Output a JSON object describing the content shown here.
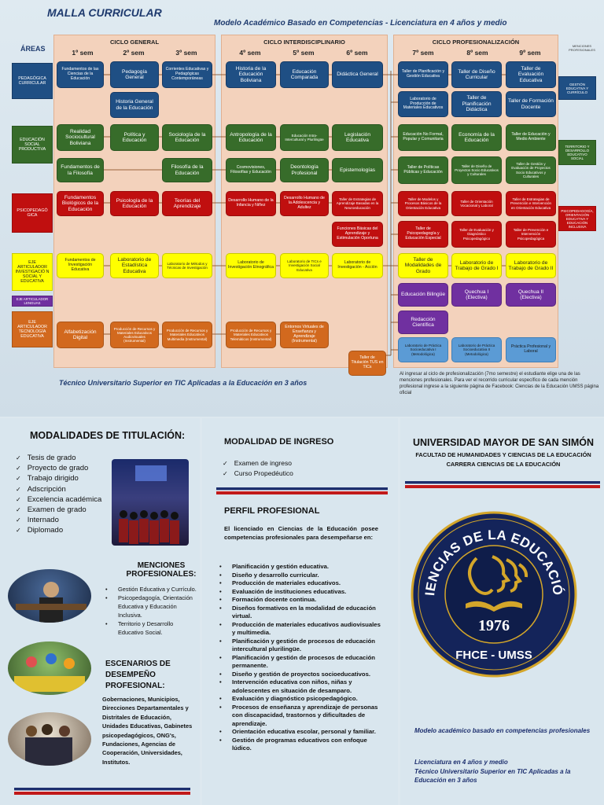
{
  "header": {
    "title": "MALLA CURRICULAR",
    "subtitle": "Modelo Académico Basado en Competencias - Licenciatura en 4 años y medio",
    "areas_label": "ÁREAS"
  },
  "cycles": {
    "general": "CICLO GENERAL",
    "inter": "CICLO INTERDISCIPLINARIO",
    "prof": "CICLO PROFESIONALIZACIÓN"
  },
  "semesters": [
    "1º sem",
    "2º sem",
    "3º sem",
    "4º sem",
    "5º sem",
    "6º sem",
    "7º sem",
    "8º sem",
    "9º sem"
  ],
  "areas": {
    "pedagogica": "PEDAGÓGICA CURRICULAR",
    "social": "EDUCACIÓN SOCIAL PRODUCTIVA",
    "psico": "PSICOPEDAGÓ GICA",
    "investig": "EJE ARTICULADOR INVESTIGACIÓ N SOCIAL Y EDUCATIVA",
    "lengua": "EJE ARTICULADOR LENGUAS",
    "tecno": "EJE ARTICULADOR TECNOLOGÍA EDUCATIVA"
  },
  "menciones_top": "MENCIONES PROFESIONALES",
  "courses": {
    "c1": "Fundamentos de las Ciencias de la Educación",
    "c2": "Pedagogía General",
    "c3": "Corrientes Educativas y Pedagógicas Contemporáneas",
    "c4": "Historia de la Educación Boliviana",
    "c5": "Educación Comparada",
    "c6": "Didáctica General",
    "c7": "Historia General de la Educación",
    "c8": "Realidad Sociocultural Boliviana",
    "c9": "Política y Educación",
    "c10": "Sociología de la Educación",
    "c11": "Antropología de la Educación",
    "c12": "Educación Intra-Intercultural y Plurilingüe",
    "c13": "Legislación Educativa",
    "c14": "Fundamentos de la Filosofía",
    "c15": "Filosofía de la Educación",
    "c16": "Cosmovisiones, Filosofías y Educación",
    "c17": "Deontología Profesional",
    "c18": "Epistemologías",
    "c19": "Fundamentos Biológicos de la Educación",
    "c20": "Psicología de la Educación",
    "c21": "Teorías del Aprendizaje",
    "c22": "Desarrollo Humano de la Infancia y Niñez",
    "c23": "Desarrollo Humano de la Adolescencia y Adultez",
    "c24": "Taller de Estrategias de Aprendizaje Basadas en la Neuroeducación",
    "c25": "Funciones Básicas del Aprendizaje y Estimulación Oportuna",
    "c26": "Fundamentos de Investigación Educativa",
    "c27": "Laboratorio de Estadística Educativa",
    "c28": "Laboratorio de Métodos y Técnicas de Investigación",
    "c29": "Laboratorio de Investigación Etnográfica",
    "c30": "Laboratorio de TICs e Investigación Social Educativa",
    "c31": "Laboratorio de Investigación - Acción",
    "c32": "Alfabetización Digital",
    "c33": "Producción de Recursos y Materiales Educativos Audiovisuales (Instrumental)",
    "c34": "Producción de Recursos y Materiales Educativos Multimedia (Instrumental)",
    "c35": "Producción de Recursos y Materiales Educativos Telemáticos (Instrumental)",
    "c36": "Entornos Virtuales de Enseñanza y Aprendizaje (Instrumental)",
    "c37": "Taller de Titulación TUS en TICs",
    "p1": "Taller de Planificación y Gestión Educativa",
    "p2": "Taller de Diseño Curricular",
    "p3": "Taller de Evaluación Educativa",
    "p4": "Laboratorio de Producción de Materiales Educativos",
    "p5": "Taller de Planificación Didáctica",
    "p6": "Taller de Formación Docente",
    "p7": "Educación No Formal, Popular y Comunitaria",
    "p8": "Economía de la Educación",
    "p9": "Taller de Educación y Medio Ambiente",
    "p10": "Taller de Políticas Públicas y Educación",
    "p11": "Taller de Diseño de Proyectos Socio Educativos y Culturales",
    "p12": "Taller de Gestión y Evaluación de Proyectos Socio Educativos y Culturales",
    "p13": "Taller de Modelos y Procesos Básicos de la Orientación Educativa",
    "p14": "Taller de Orientación Vocacional y Laboral",
    "p15": "Taller de Estrategias de Prevención e Intervención en Orientación Educativa",
    "p16": "Taller de Psicopedagogía y Educación Especial",
    "p17": "Taller de Evaluación y Diagnóstico Psicopedagógico",
    "p18": "Taller de Prevención e Intervención Psicopedagógica",
    "p19": "Taller de Modalidades de Grado",
    "p20": "Laboratorio de Trabajo de Grado I",
    "p21": "Laboratorio de Trabajo de Grado II",
    "p22": "Educación Bilingüe",
    "p23": "Quechua I (Electiva)",
    "p24": "Quechua II (Electiva)",
    "p25": "Redacción Científica",
    "p26": "Laboratorio de Práctica Socioeducativa I (Metodológica)",
    "p27": "Laboratorio de Práctica Socioeducativa II (Metodológica)",
    "p28": "Práctica Profesional y Laboral"
  },
  "side": {
    "s1": "GESTIÓN EDUCATIVA Y CURRÍCULO",
    "s2": "TERRITORIO Y DESARROLLO EDUCATIVO SOCIAL",
    "s3": "PSICOPEDAGOGÍA, ORIENTACIÓN EDUCATIVA Y EDUCACIÓN INCLUSIVA"
  },
  "footer_tec": "Técnico Universitario Superior en TIC Aplicadas a la Educación en 3 años",
  "note": "Al ingresar al ciclo de profesionalización (7mo semestre) el estudiante elige una de las menciones profesionales. Para ver el recorrido curricular específico de cada mención profesional ingrese a la siguiente página de Facebook: Ciencias de la Educación UMSS página oficial",
  "titulacion": {
    "title": "MODALIDADES DE TITULACIÓN:",
    "items": [
      "Tesis de grado",
      "Proyecto de grado",
      "Trabajo dirigido",
      "Adscripción",
      "Excelencia académica",
      "Examen de grado",
      "Internado",
      "Diplomado"
    ]
  },
  "menciones": {
    "title": "MENCIONES PROFESIONALES:",
    "items": [
      "Gestión Educativa y Currículo.",
      "Psicopedagogía, Orientación Educativa y Educación Inclusiva.",
      "Territorio y Desarrollo Educativo Social."
    ]
  },
  "escenarios": {
    "title": "ESCENARIOS DE DESEMPEÑO PROFESIONAL:",
    "text": "Gobernaciones, Municipios, Direcciones Departamentales y Distritales de Educación, Unidades Educativas, Gabinetes psicopedagógicos, ONG's, Fundaciones, Agencias de Cooperación, Universidades, Institutos."
  },
  "ingreso": {
    "title": "MODALIDAD DE INGRESO",
    "items": [
      "Examen de ingreso",
      "Curso Propedéutico"
    ]
  },
  "perfil": {
    "title": "PERFIL PROFESIONAL",
    "intro": "El licenciado en Ciencias de la Educación posee competencias profesionales para desempeñarse en:",
    "items": [
      "Planificación y gestión educativa.",
      "Diseño y desarrollo curricular.",
      "Producción de materiales educativos.",
      "Evaluación de instituciones educativas.",
      "Formación docente continua.",
      "Diseños formativos en la modalidad de educación virtual.",
      "Producción de materiales educativos audiovisuales y multimedia.",
      "Planificación y gestión de procesos de educación intercultural plurilingüe.",
      "Planificación y gestión de procesos de educación permanente.",
      "Diseño y gestión de proyectos socioeducativos.",
      "Intervención educativa con niños, niñas y adolescentes en situación de desamparo.",
      "Evaluación y diagnóstico psicopedagógico.",
      "Procesos de enseñanza y aprendizaje de personas con discapacidad, trastornos y dificultades de aprendizaje.",
      "Orientación educativa escolar, personal y familiar.",
      "Gestión de programas educativos con enfoque lúdico."
    ]
  },
  "university": {
    "name": "UNIVERSIDAD MAYOR DE SAN SIMÓN",
    "faculty": "FACULTAD DE HUMANIDADES Y CIENCIAS DE LA EDUCACIÓN",
    "career": "CARRERA CIENCIAS DE LA EDUCACIÓN"
  },
  "logo": {
    "ring_text": "CIENCIAS DE LA EDUCACIÓN",
    "year": "1976",
    "bottom": "FHCE - UMSS"
  },
  "closing": {
    "model": "Modelo académico basado en competencias profesionales",
    "lic": "Licenciatura en 4 años y medio",
    "tec": "Técnico Universitario Superior en TIC Aplicadas a la Educación en 3 años"
  },
  "colors": {
    "navy": "#1d2f6e",
    "red": "#c11a1a",
    "gold": "#d4a62a"
  }
}
